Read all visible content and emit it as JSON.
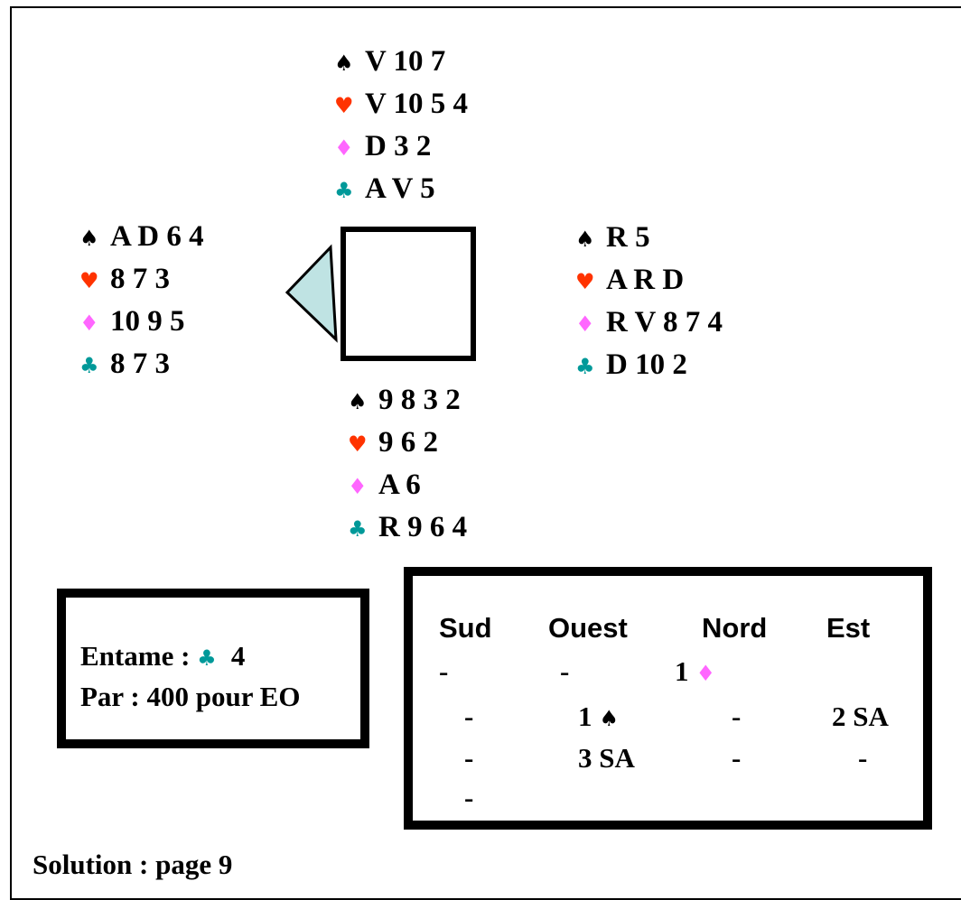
{
  "colors": {
    "spade": "#000000",
    "heart": "#ff3300",
    "diamond": "#ff66ff",
    "club": "#009999",
    "dealer_arrow": "#bfe3e3"
  },
  "suit_symbols": {
    "spade": "♠",
    "heart": "♥",
    "diamond": "♦",
    "club": "♣"
  },
  "hands": {
    "north": {
      "spades": "V 10 7",
      "hearts": "V 10 5 4",
      "diamonds": "D 3 2",
      "clubs": "A V 5"
    },
    "west": {
      "spades": "A D 6 4",
      "hearts": "8 7 3",
      "diamonds": "10 9 5",
      "clubs": "8 7 3"
    },
    "east": {
      "spades": "R 5",
      "hearts": "A R D",
      "diamonds": "R V 8 7 4",
      "clubs": "D 10 2"
    },
    "south": {
      "spades": "9 8 3 2",
      "hearts": "9 6 2",
      "diamonds": "A 6",
      "clubs": "R 9 6 4"
    }
  },
  "info": {
    "lead_label": "Entame :",
    "lead_card": "4",
    "par_text": "Par : 400 pour EO"
  },
  "bidding": {
    "headers": [
      "Sud",
      "Ouest",
      "Nord",
      "Est"
    ],
    "row1": [
      "-",
      "-",
      "1"
    ],
    "row2": [
      "-",
      "1",
      "-",
      "2 SA"
    ],
    "row3": [
      "-",
      "3 SA",
      "-",
      "-"
    ],
    "row4": [
      "-"
    ]
  },
  "footer": {
    "solution": "Solution : page 9"
  }
}
